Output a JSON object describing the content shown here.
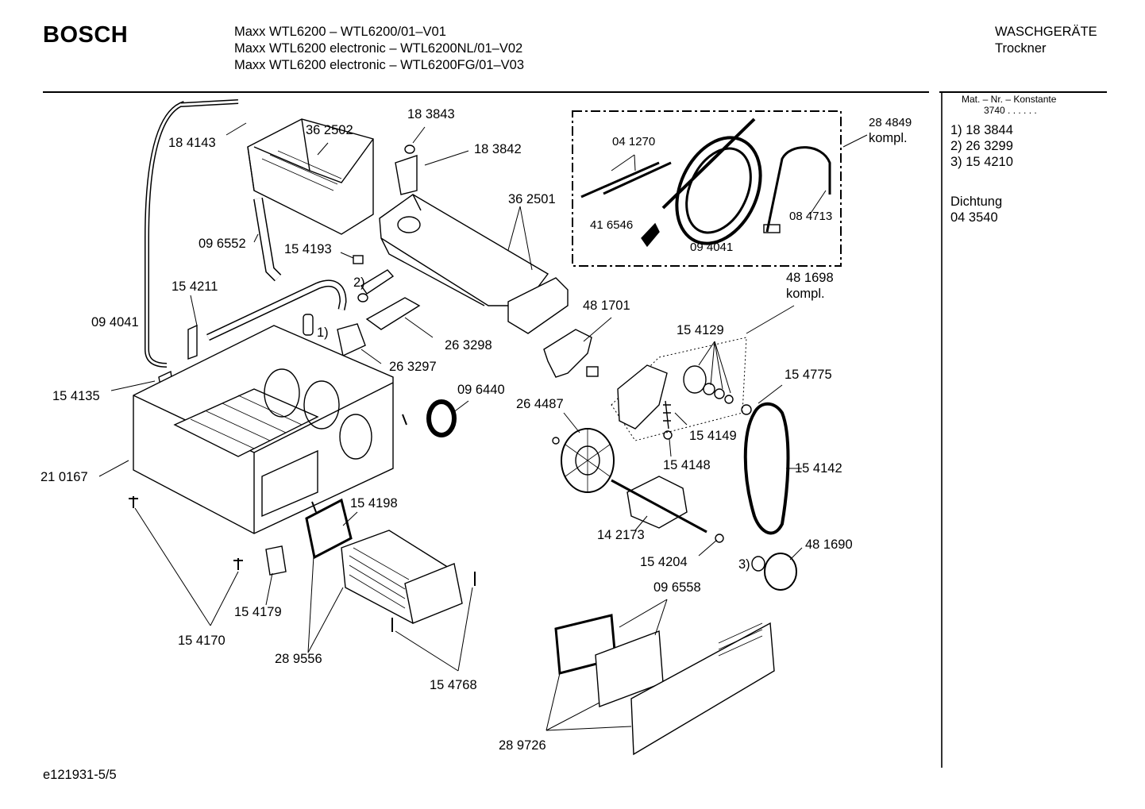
{
  "header": {
    "brand": "BOSCH",
    "models": [
      "Maxx WTL6200 –  WTL6200/01–V01",
      "Maxx WTL6200 electronic – WTL6200NL/01–V02",
      "Maxx WTL6200 electronic – WTL6200FG/01–V03"
    ],
    "category": "WASCHGERÄTE",
    "subcategory": "Trockner"
  },
  "sidebar": {
    "matnr_label": "Mat. – Nr. – Konstante",
    "matnr_value": "3740  .  .  .  .  .  .",
    "notes": [
      "1) 18 3844",
      "2) 26 3299",
      "3) 15 4210"
    ],
    "seal_label": "Dichtung",
    "seal_number": "04 3540"
  },
  "parts": [
    {
      "id": "p1",
      "label": "18 4143"
    },
    {
      "id": "p2",
      "label": "36 2502"
    },
    {
      "id": "p3",
      "label": "18 3843"
    },
    {
      "id": "p4",
      "label": "18 3842"
    },
    {
      "id": "p5",
      "label": "04 1270"
    },
    {
      "id": "p6",
      "label": "28 4849"
    },
    {
      "id": "p7",
      "label": "kompl."
    },
    {
      "id": "p8",
      "label": "36 2501"
    },
    {
      "id": "p9",
      "label": "41 6546"
    },
    {
      "id": "p10",
      "label": "08 4713"
    },
    {
      "id": "p11",
      "label": "09 4041"
    },
    {
      "id": "p12",
      "label": "09 6552"
    },
    {
      "id": "p13",
      "label": "15 4193"
    },
    {
      "id": "p14",
      "label": "48 1698"
    },
    {
      "id": "p15",
      "label": "kompl."
    },
    {
      "id": "p16",
      "label": "15 4211"
    },
    {
      "id": "p17",
      "label": "2)"
    },
    {
      "id": "p18",
      "label": "48 1701"
    },
    {
      "id": "p19",
      "label": "09 4041"
    },
    {
      "id": "p20",
      "label": "1)"
    },
    {
      "id": "p21",
      "label": "26 3298"
    },
    {
      "id": "p22",
      "label": "15 4129"
    },
    {
      "id": "p23",
      "label": "26 3297"
    },
    {
      "id": "p24",
      "label": "15 4775"
    },
    {
      "id": "p25",
      "label": "09 6440"
    },
    {
      "id": "p26",
      "label": "15 4135"
    },
    {
      "id": "p27",
      "label": "26 4487"
    },
    {
      "id": "p28",
      "label": "15 4149"
    },
    {
      "id": "p29",
      "label": "15 4148"
    },
    {
      "id": "p30",
      "label": "21 0167"
    },
    {
      "id": "p31",
      "label": "15 4142"
    },
    {
      "id": "p32",
      "label": "15 4198"
    },
    {
      "id": "p33",
      "label": "14 2173"
    },
    {
      "id": "p34",
      "label": "48 1690"
    },
    {
      "id": "p35",
      "label": "15 4204"
    },
    {
      "id": "p36",
      "label": "3)"
    },
    {
      "id": "p37",
      "label": "09 6558"
    },
    {
      "id": "p38",
      "label": "15 4179"
    },
    {
      "id": "p39",
      "label": "15 4170"
    },
    {
      "id": "p40",
      "label": "28 9556"
    },
    {
      "id": "p41",
      "label": "15 4768"
    },
    {
      "id": "p42",
      "label": "28 9726"
    }
  ],
  "footer": {
    "code": "e121931-5/5"
  }
}
